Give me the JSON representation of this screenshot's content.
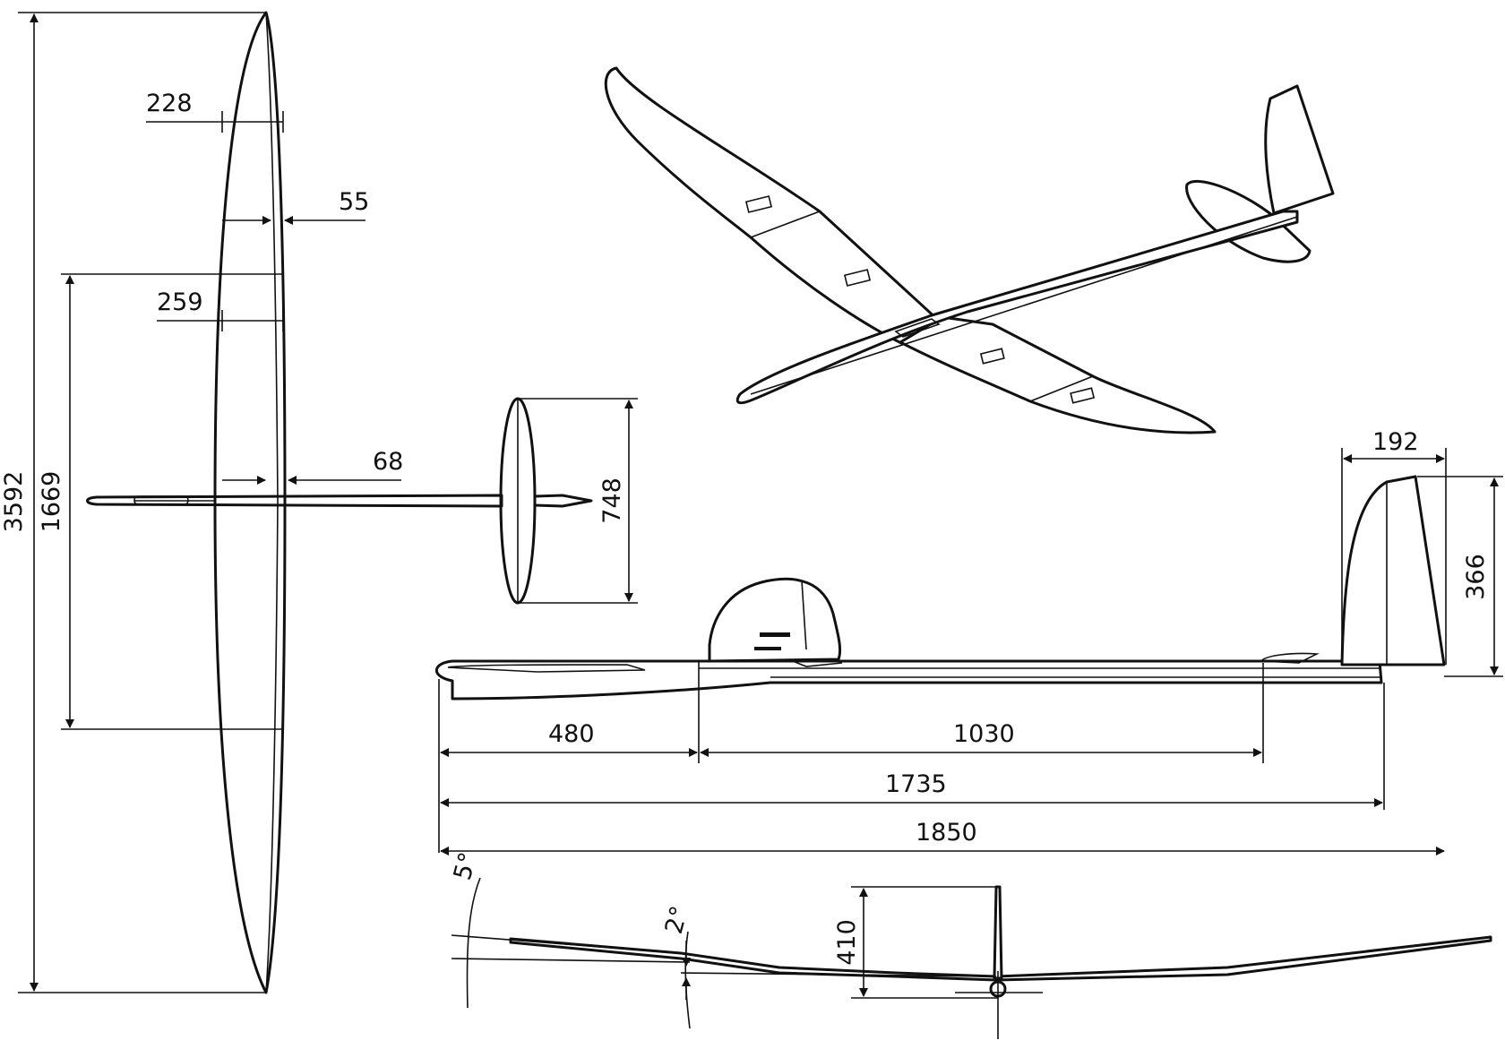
{
  "dimensions": {
    "wingspan": "3592",
    "center_panel_span": "1669",
    "tip_chord": "228",
    "aileron_chord": "55",
    "mid_chord": "259",
    "root_gap": "68",
    "stab_span": "748",
    "fin_chord": "192",
    "fin_height": "366",
    "nose_to_wing": "480",
    "wing_to_stab": "1030",
    "fuselage_length": "1735",
    "overall_length": "1850",
    "dihedral_outer": "5°",
    "dihedral_inner": "2°",
    "fin_span_height": "410"
  }
}
